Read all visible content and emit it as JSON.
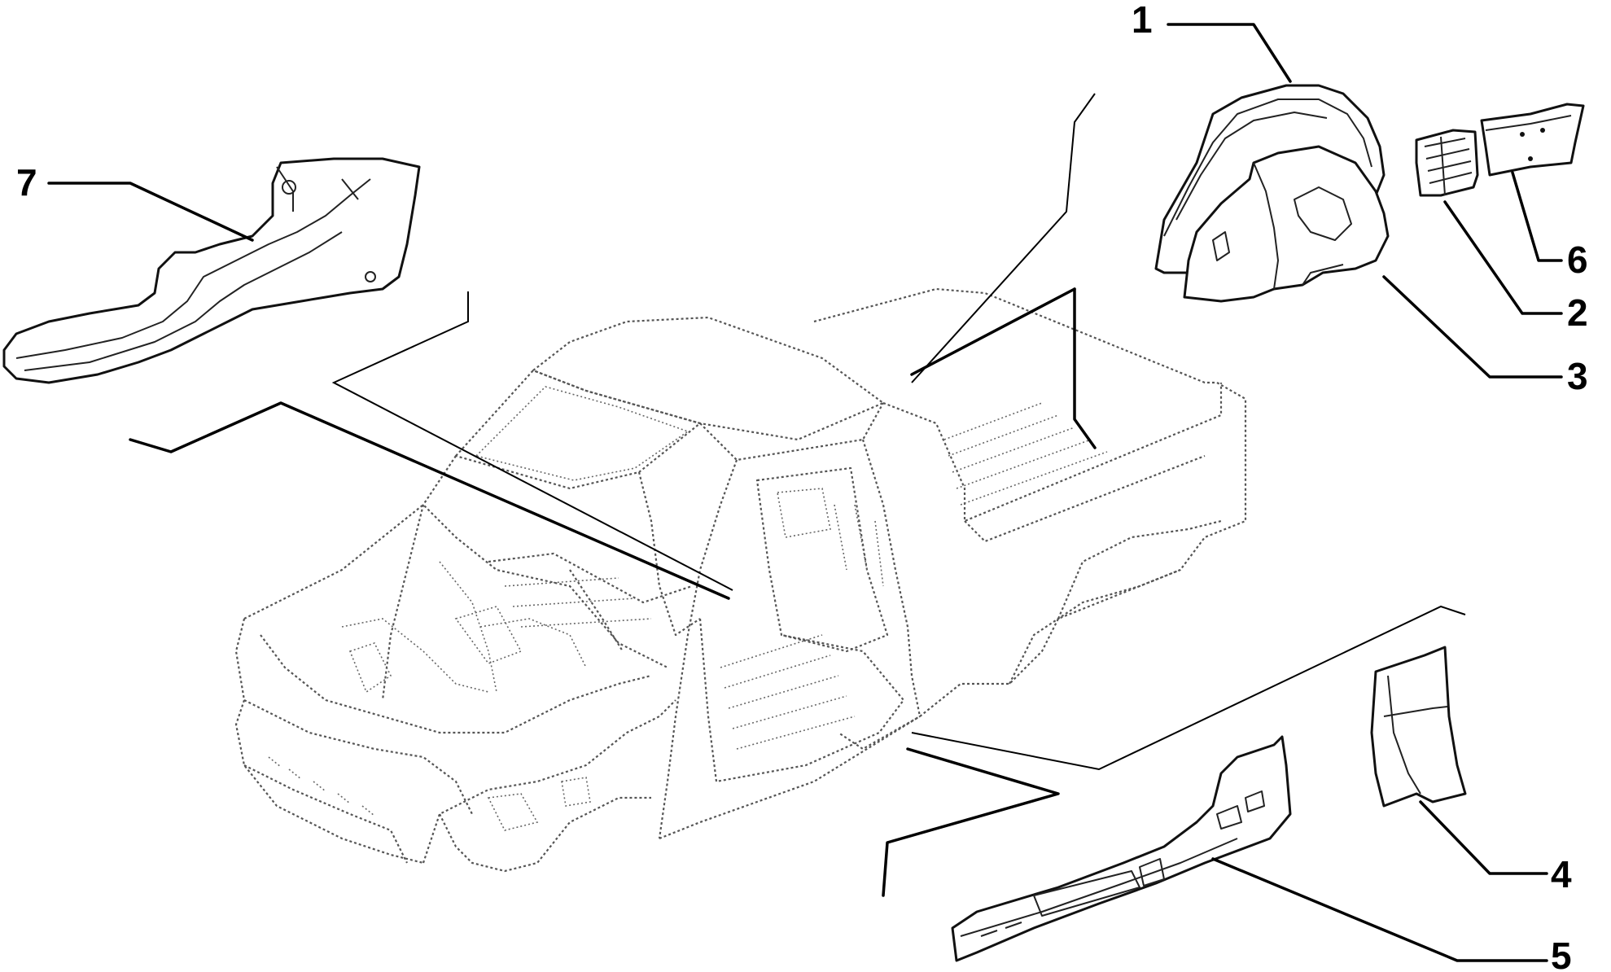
{
  "callouts": {
    "c1": "1",
    "c2": "2",
    "c3": "3",
    "c4": "4",
    "c5": "5",
    "c6": "6",
    "c7": "7"
  },
  "colors": {
    "line": "#000000",
    "body_outline": "#555555",
    "background": "#ffffff"
  }
}
